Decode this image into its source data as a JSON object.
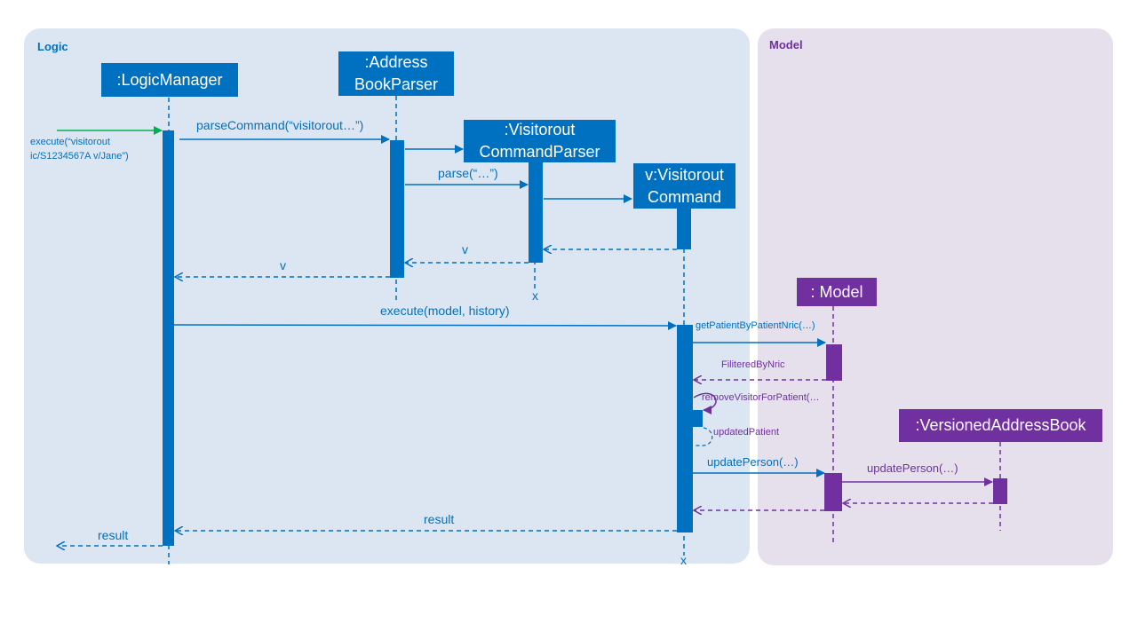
{
  "frames": {
    "logic": "Logic",
    "model": "Model"
  },
  "participants": {
    "logic_manager": ":LogicManager",
    "parser_line1": ":Address",
    "parser_line2": "BookParser",
    "cmd_parser_line1": ":Visitorout",
    "cmd_parser_line2": "CommandParser",
    "command_line1": "v:Visitorout",
    "command_line2": "Command",
    "model": ": Model",
    "versioned": ":VersionedAddressBook"
  },
  "messages": {
    "execute_in_line1": "execute(“visitorout",
    "execute_in_line2": "ic/S1234567A v/Jane”)",
    "parse_command": "parseCommand(“visitorout…”)",
    "parse": "parse(“…”)",
    "return_v_inner": "v",
    "return_v_outer": "v",
    "destroy_parser": "x",
    "execute_model": "execute(model, history)",
    "get_patient": "getPatientByPatientNric(…)",
    "filtered": "FiliteredByNric",
    "remove_visitor": "removeVisitorForPatient(…",
    "updated_patient": "updatedPatient",
    "update_person_1": "updatePerson(…)",
    "update_person_2": "updatePerson(…)",
    "result_inner": "result",
    "result_outer": "result",
    "destroy_command": "x"
  },
  "colors": {
    "logic_frame": "#dce6f2",
    "model_frame": "#e6e0ec",
    "logic_blue": "#0070c0",
    "model_purple": "#7030a0",
    "entry_arrow": "#00b050"
  }
}
